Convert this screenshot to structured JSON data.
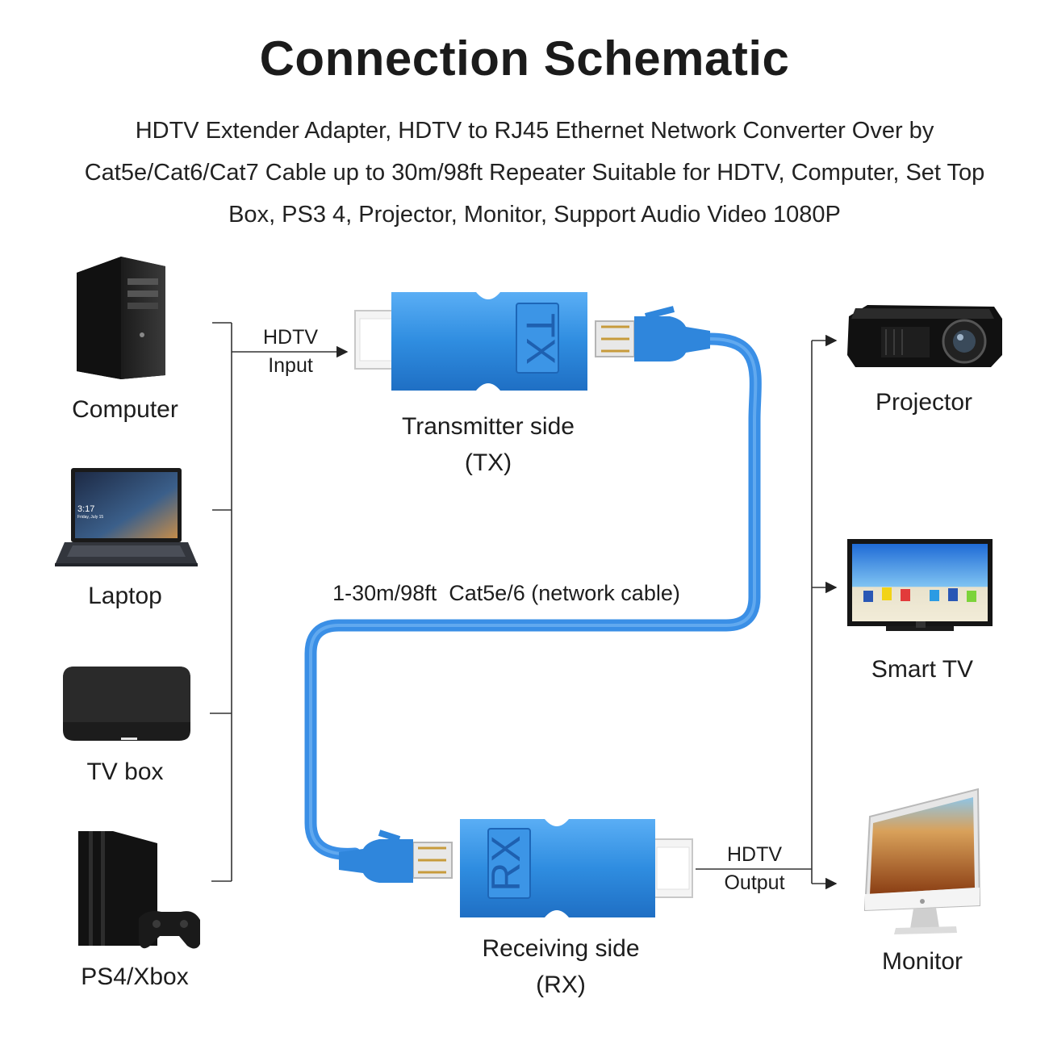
{
  "title": "Connection Schematic",
  "subtitle": "HDTV Extender Adapter, HDTV to RJ45 Ethernet Network Converter Over by Cat5e/Cat6/Cat7 Cable up to 30m/98ft Repeater Suitable for HDTV, Computer, Set Top Box, PS3 4, Projector, Monitor, Support Audio Video 1080P",
  "sources": [
    {
      "label": "Computer",
      "icon": "computer-tower-icon"
    },
    {
      "label": "Laptop",
      "icon": "laptop-icon"
    },
    {
      "label": "TV box",
      "icon": "tv-box-icon"
    },
    {
      "label": "PS4/Xbox",
      "icon": "game-console-icon"
    }
  ],
  "outputs": [
    {
      "label": "Projector",
      "icon": "projector-icon"
    },
    {
      "label": "Smart TV",
      "icon": "smart-tv-icon"
    },
    {
      "label": "Monitor",
      "icon": "monitor-icon"
    }
  ],
  "input_label": {
    "line1": "HDTV",
    "line2": "Input"
  },
  "output_label": {
    "line1": "HDTV",
    "line2": "Output"
  },
  "transmitter": {
    "badge": "TX",
    "line1": "Transmitter side",
    "line2": "(TX)"
  },
  "receiver": {
    "badge": "RX",
    "line1": "Receiving side",
    "line2": "(RX)"
  },
  "cable_label": "1-30m/98ft  Cat5e/6 (network cable)",
  "colors": {
    "adapter_blue": "#2f8de0",
    "cable_blue": "#3a8fe6",
    "line": "#333333"
  },
  "laptop_screen": {
    "time": "3:17",
    "date": "Friday, July 15"
  }
}
